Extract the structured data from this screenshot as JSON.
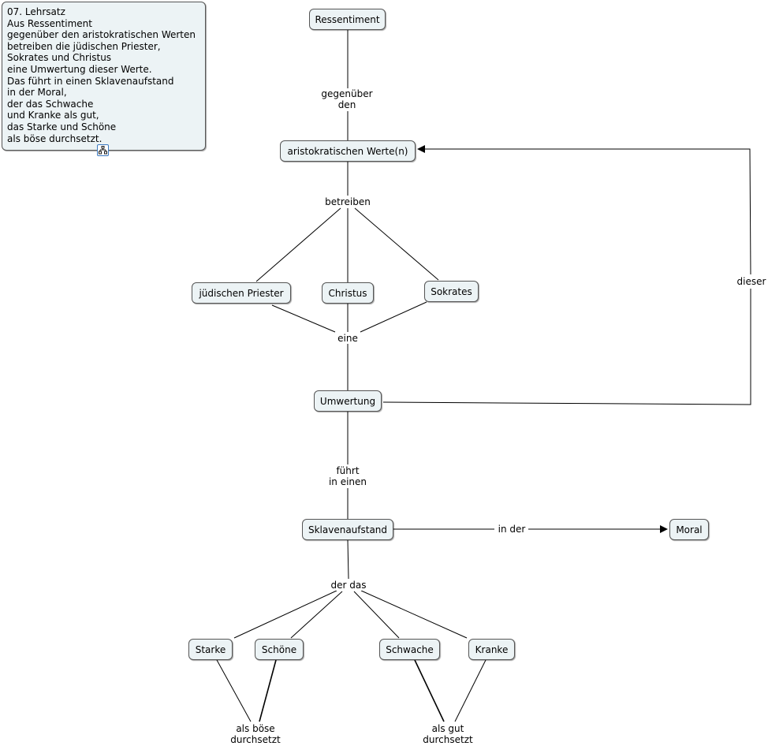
{
  "note": {
    "lines": [
      "07. Lehrsatz",
      "Aus Ressentiment",
      "gegenüber den aristokratischen Werten",
      "betreiben die jüdischen Priester,",
      "Sokrates und Christus",
      "eine Umwertung dieser Werte.",
      "Das führt in einen Sklavenaufstand",
      "in der Moral,",
      "der das Schwache",
      "und Kranke als gut,",
      "das Starke und Schöne",
      "als böse durchsetzt."
    ],
    "icon": "concept-map-icon"
  },
  "concepts": {
    "ressentiment": "Ressentiment",
    "werte": "aristokratischen Werte(n)",
    "priester": "jüdischen Priester",
    "christus": "Christus",
    "sokrates": "Sokrates",
    "umwertung": "Umwertung",
    "sklavenaufstand": "Sklavenaufstand",
    "moral": "Moral",
    "starke": "Starke",
    "schoene": "Schöne",
    "schwache": "Schwache",
    "kranke": "Kranke"
  },
  "links": {
    "gegenueber": "gegenüber\nden",
    "betreiben": "betreiben",
    "eine": "eine",
    "dieser": "dieser",
    "fuehrt": "führt\nin einen",
    "in_der": "in der",
    "der_das": "der das",
    "als_boese": "als böse\ndurchsetzt",
    "als_gut": "als gut\ndurchsetzt"
  },
  "colors": {
    "node_fill": "#ecf3f5",
    "node_border": "#555555",
    "line": "#000000",
    "icon_accent": "#3a78c0"
  }
}
